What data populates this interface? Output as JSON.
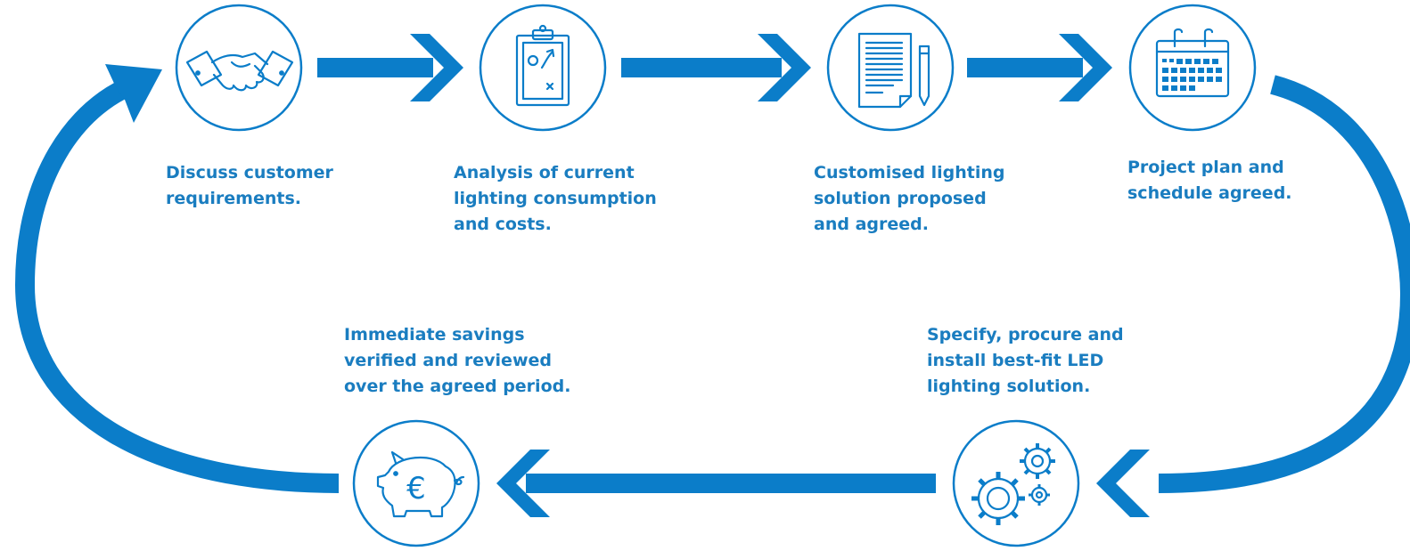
{
  "colors": {
    "primary": "#0b7dc9",
    "text": "#1a7dc0",
    "background": "#ffffff"
  },
  "steps": [
    {
      "icon": "handshake-icon",
      "text": "Discuss customer\nrequirements."
    },
    {
      "icon": "clipboard-strategy-icon",
      "text": "Analysis of current\nlighting consumption\nand costs."
    },
    {
      "icon": "document-pen-icon",
      "text": "Customised lighting\nsolution proposed\nand agreed."
    },
    {
      "icon": "calendar-icon",
      "text": "Project plan and\nschedule agreed."
    },
    {
      "icon": "gears-icon",
      "text": "Specify, procure and\ninstall best-fit LED\nlighting solution."
    },
    {
      "icon": "piggy-bank-euro-icon",
      "text": "Immediate savings\nverified and reviewed\nover the agreed period."
    }
  ]
}
